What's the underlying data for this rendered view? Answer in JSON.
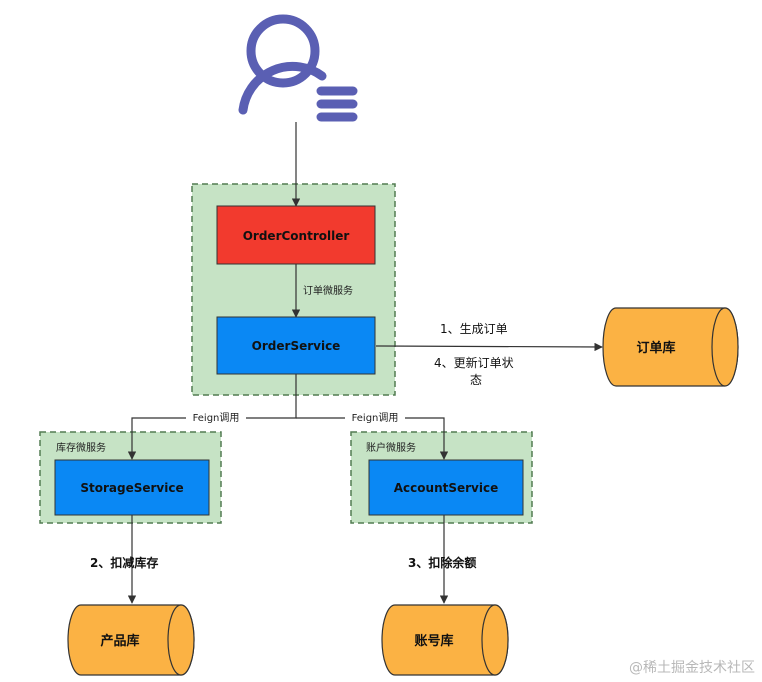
{
  "boxes": {
    "order_controller": "OrderController",
    "order_service": "OrderService",
    "storage_service": "StorageService",
    "account_service": "AccountService"
  },
  "groups": {
    "storage": "库存微服务",
    "account": "账户微服务"
  },
  "edges": {
    "controller_to_service": "订单微服务",
    "feign_left": "Feign调用",
    "feign_right": "Feign调用",
    "create_order": "1、生成订单",
    "update_order_line1": "4、更新订单状",
    "update_order_line2": "态",
    "deduct_stock": "2、扣减库存",
    "deduct_balance": "3、扣除余额"
  },
  "databases": {
    "order_db": "订单库",
    "product_db": "产品库",
    "account_db": "账号库"
  },
  "watermark": "@稀土掘金技术社区",
  "colors": {
    "controller": "#f23a2e",
    "service": "#0a88f4",
    "group_fill": "#c6e3c5",
    "group_border": "#527c52",
    "database": "#fbb244",
    "user_icon": "#5a5fb3"
  },
  "icons": {
    "user": "user-icon"
  }
}
